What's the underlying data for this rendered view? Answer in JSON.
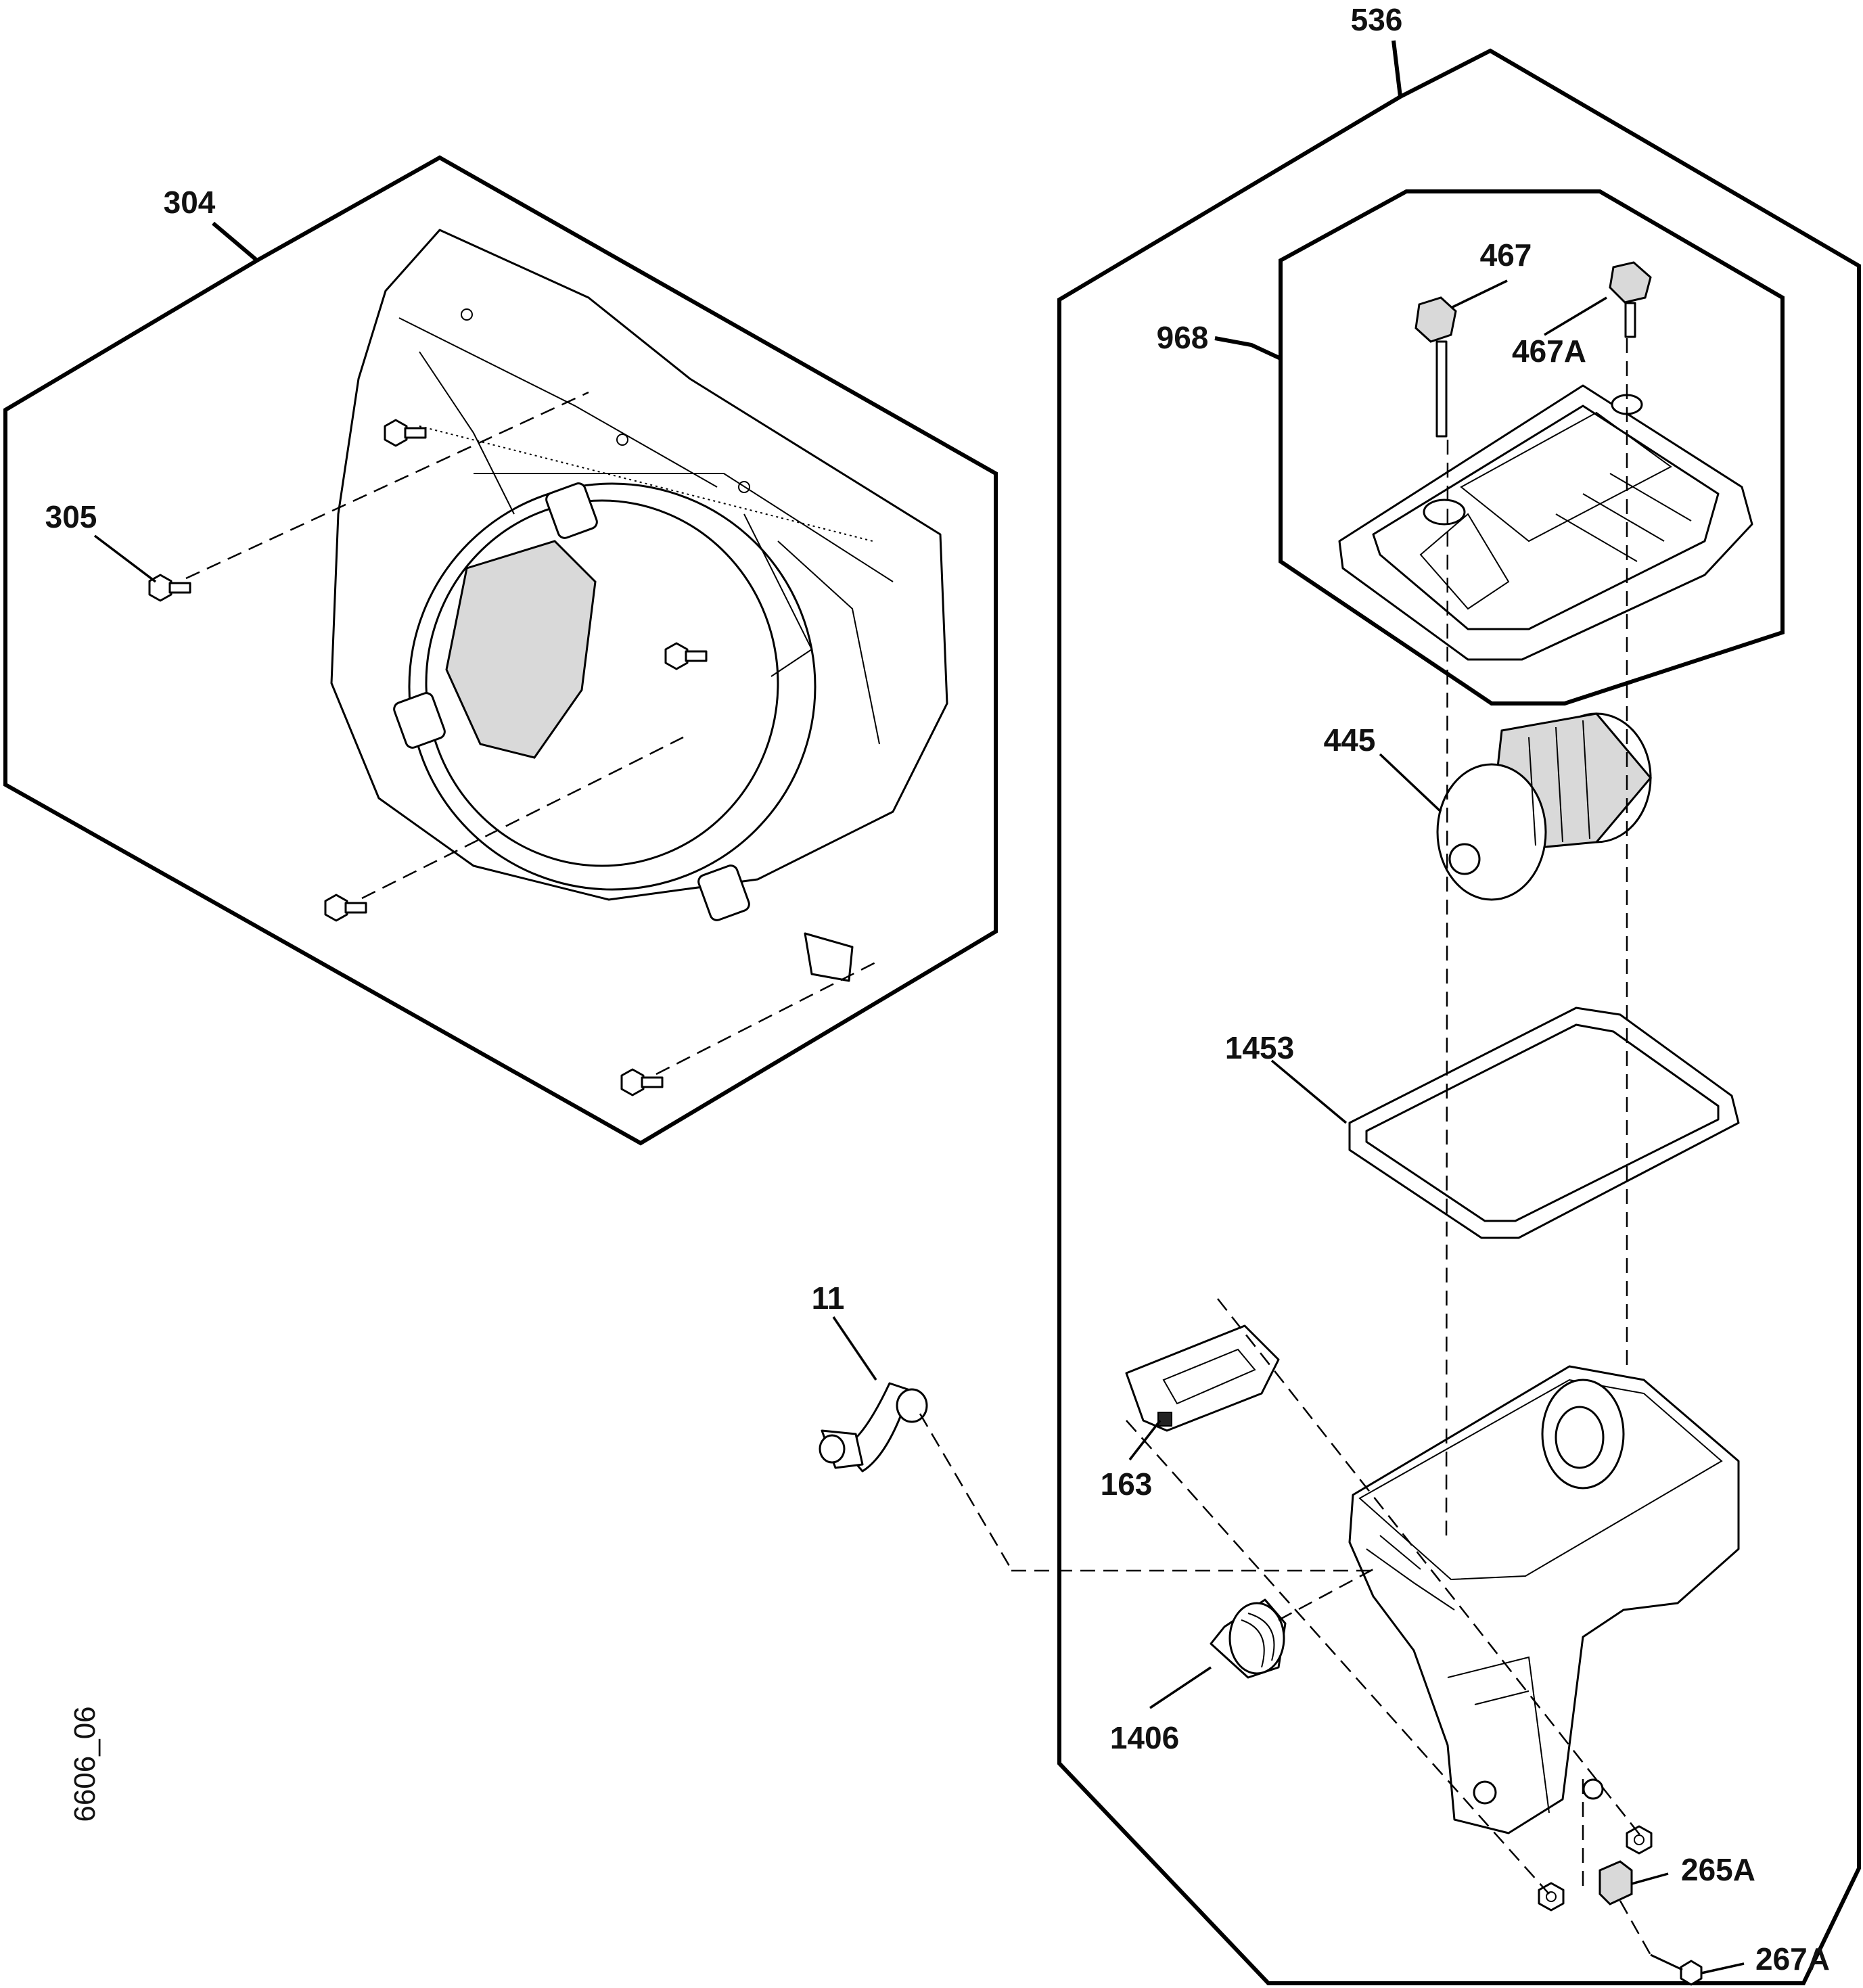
{
  "diagram": {
    "callouts": {
      "c536": "536",
      "c304": "304",
      "c305": "305",
      "c968": "968",
      "c467": "467",
      "c467A": "467A",
      "c445": "445",
      "c1453": "1453",
      "c11": "11",
      "c163": "163",
      "c1406": "1406",
      "c265A": "265A",
      "c267A": "267A"
    },
    "figure_id": "6606_06"
  }
}
